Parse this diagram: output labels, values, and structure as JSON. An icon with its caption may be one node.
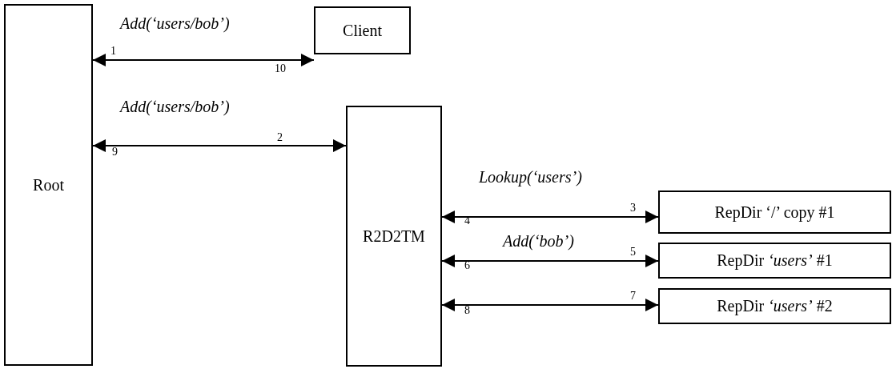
{
  "diagram": {
    "nodes": [
      {
        "text": [
          "Root"
        ]
      },
      {
        "text": [
          "Client"
        ]
      },
      {
        "text": [
          "R2D2TM"
        ]
      },
      {
        "text": [
          "RepDir ‘/’ copy #1"
        ]
      },
      {
        "text": [
          "RepDir *‘users’* #1"
        ]
      },
      {
        "text": [
          "RepDir *‘users’* #2"
        ]
      }
    ],
    "edges": [
      {
        "from": 0,
        "to": 1,
        "arrow": "both",
        "label": "Add(‘users/bob’)"
      },
      {
        "from": 0,
        "to": 2,
        "arrow": "both",
        "label": "Add(‘users/bob’)"
      },
      {
        "from": 2,
        "to": 3,
        "arrow": "both",
        "label": "Lookup(‘users’)"
      },
      {
        "from": 2,
        "to": 4,
        "arrow": "both",
        "label": "Add(‘bob’)"
      },
      {
        "from": 2,
        "to": 5,
        "arrow": "both"
      }
    ],
    "labels": [
      "1",
      "10",
      "9",
      "2",
      "4",
      "3",
      "6",
      "5",
      "8",
      "7"
    ]
  }
}
